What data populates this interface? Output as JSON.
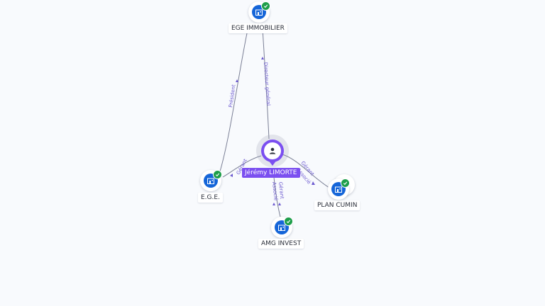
{
  "colors": {
    "background": "#f8fafd",
    "company": "#1565d8",
    "verified": "#1e9e4a",
    "person": "#7b4ff0",
    "edge_label": "#6d5bd0"
  },
  "person": {
    "name": "Jérémy LIMORTE",
    "icon": "user-icon"
  },
  "companies": {
    "ege_immobilier": {
      "name": "EGE IMMOBILIER",
      "icon": "building-icon",
      "verified": true
    },
    "ege": {
      "name": "E.G.E.",
      "icon": "building-icon",
      "verified": true
    },
    "plan_cumin": {
      "name": "PLAN CUMIN",
      "icon": "building-icon",
      "verified": true
    },
    "amg_invest": {
      "name": "AMG INVEST",
      "icon": "building-icon",
      "verified": true
    }
  },
  "edges": {
    "person_to_ege_immobilier": "Directeur général",
    "ege_to_ege_immobilier": "Président",
    "person_to_ege": "Gérant",
    "person_to_plan_cumin_1": "Gérant",
    "person_to_plan_cumin_2": "Associé",
    "person_to_amg_1": "Gérant",
    "person_to_amg_2": "Associé"
  }
}
